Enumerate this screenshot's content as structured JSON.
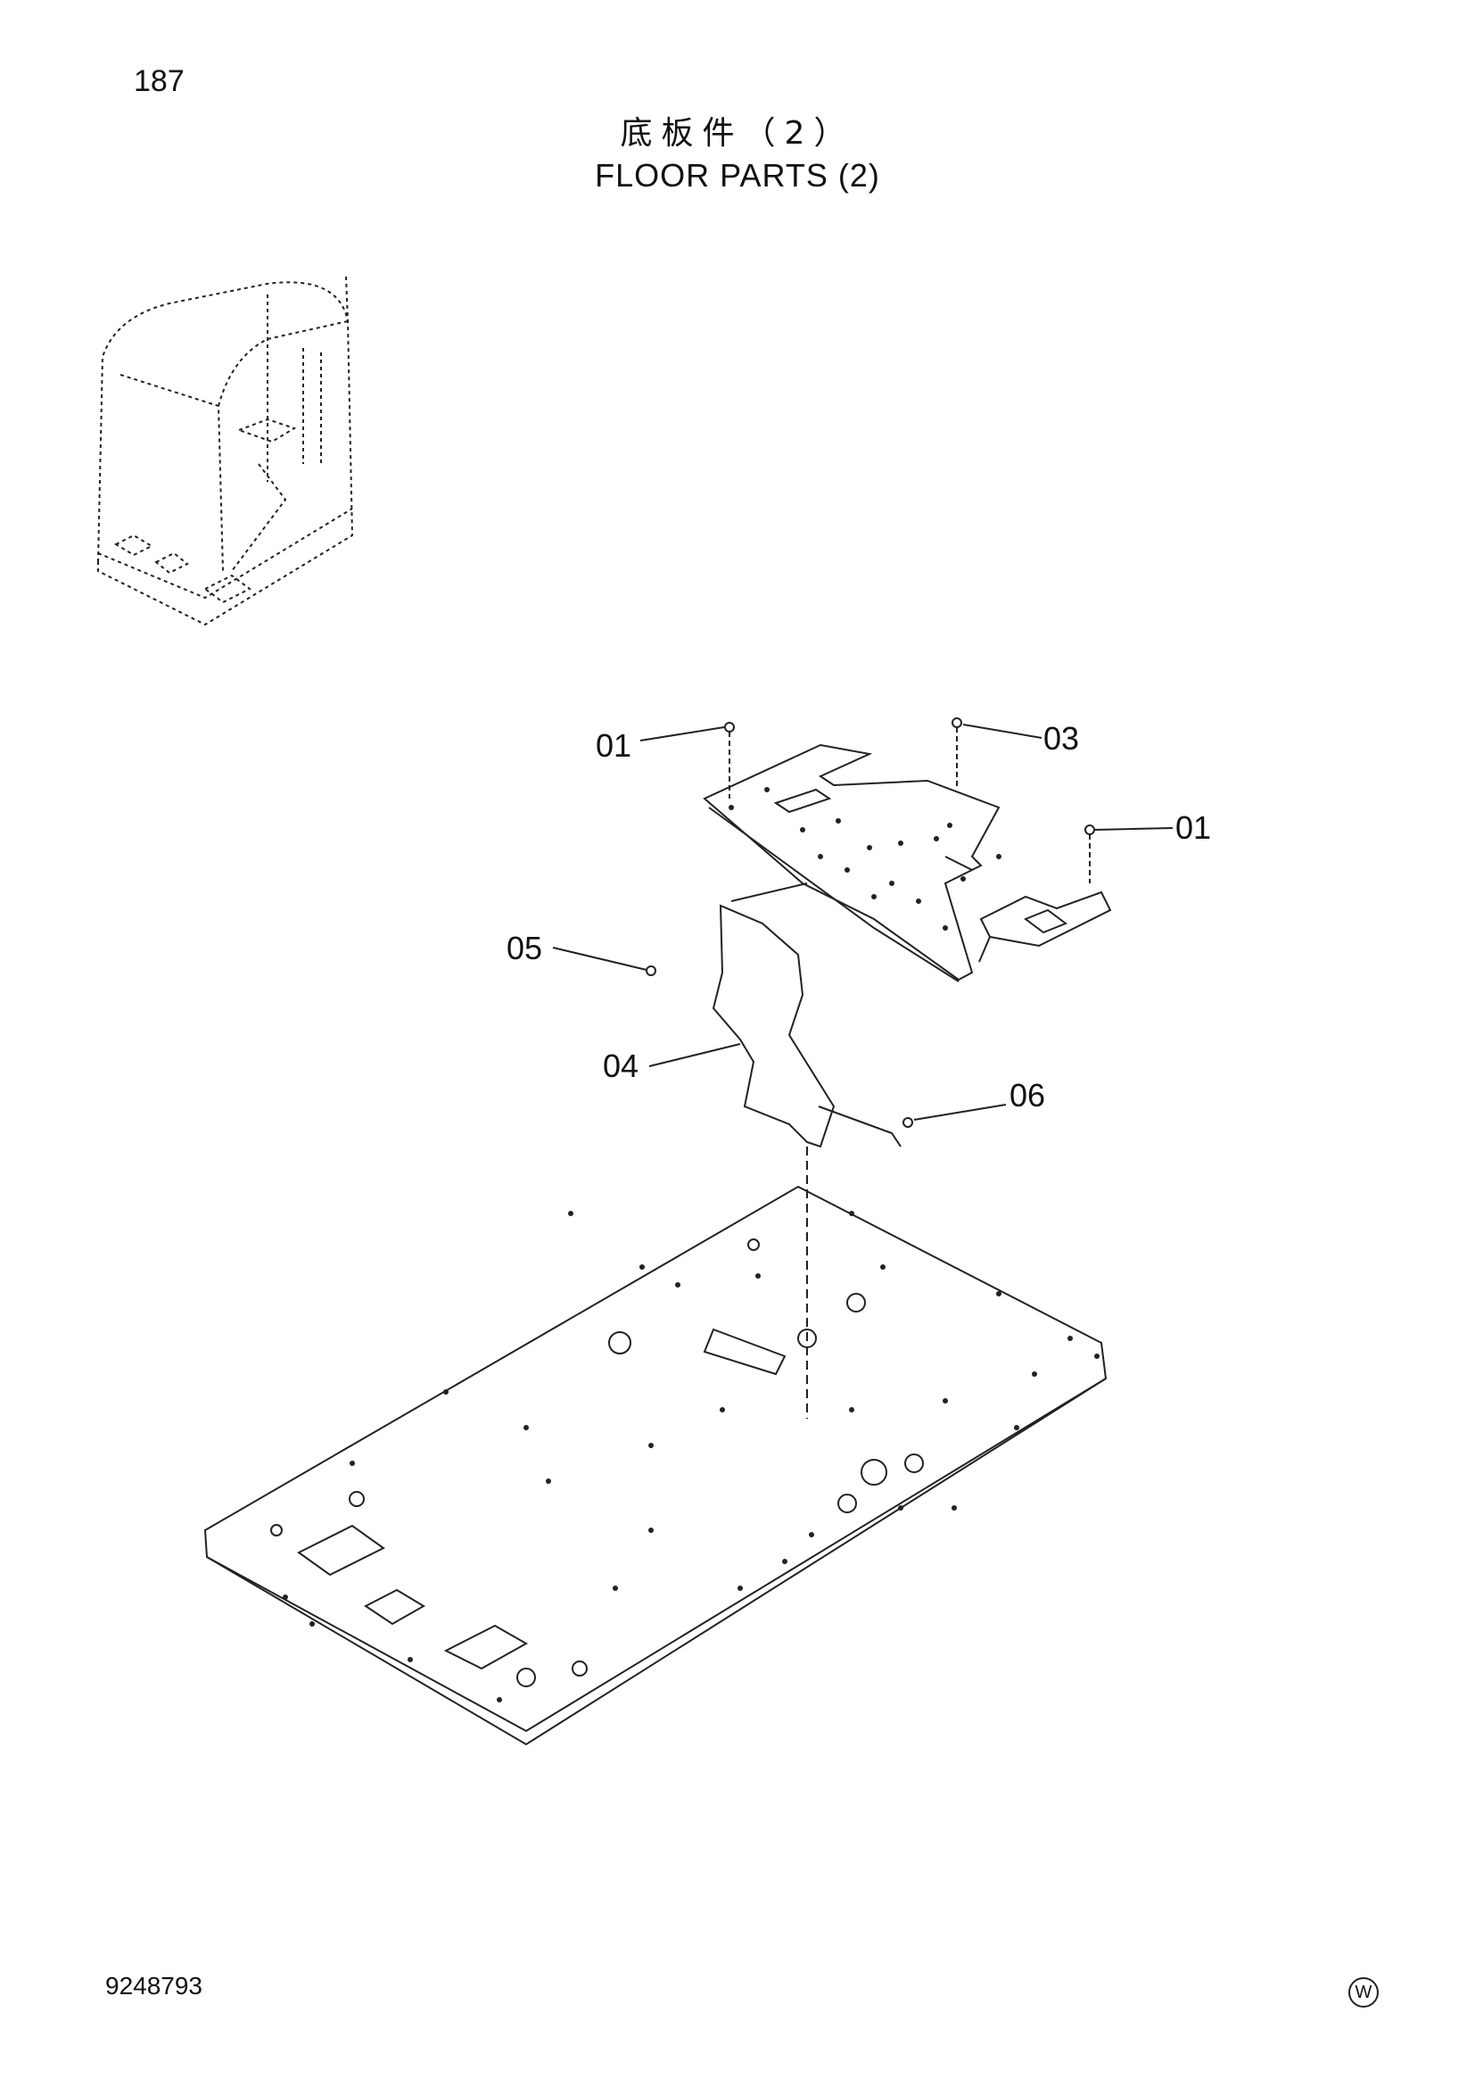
{
  "header": {
    "page_number": "187",
    "title_cn": "底板件（2）",
    "title_en": "FLOOR  PARTS (2)"
  },
  "callouts": [
    {
      "id": "01",
      "label": "01"
    },
    {
      "id": "03",
      "label": "03"
    },
    {
      "id": "01b",
      "label": "01"
    },
    {
      "id": "05",
      "label": "05"
    },
    {
      "id": "04",
      "label": "04"
    },
    {
      "id": "06",
      "label": "06"
    }
  ],
  "footer": {
    "drawing_number": "9248793",
    "maker_mark": "W"
  }
}
